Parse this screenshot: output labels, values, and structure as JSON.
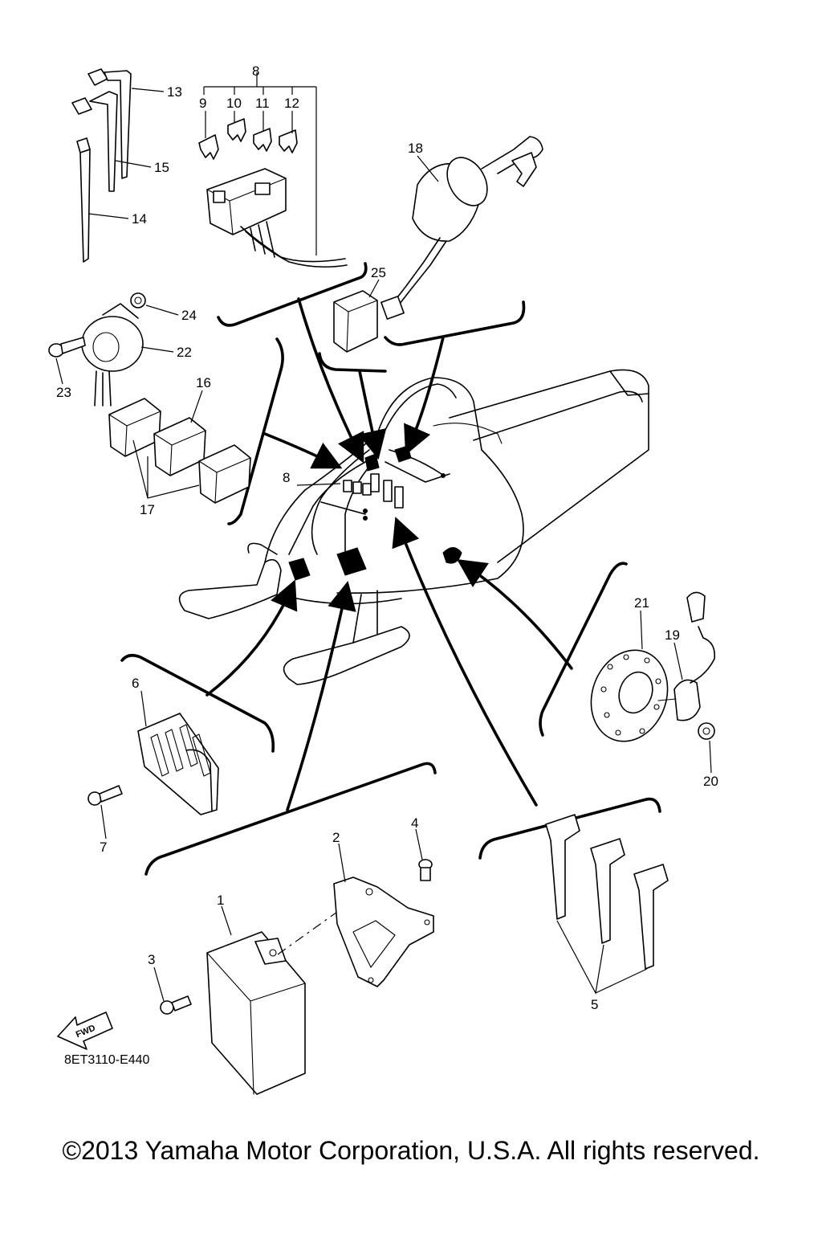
{
  "diagram": {
    "drawing_code": "8ET3110-E440",
    "fwd_label": "FWD",
    "copyright": "©2013 Yamaha Motor Corporation, U.S.A. All rights reserved.",
    "callouts": [
      "1",
      "2",
      "3",
      "4",
      "5",
      "6",
      "7",
      "8",
      "9",
      "10",
      "11",
      "12",
      "13",
      "14",
      "15",
      "16",
      "17",
      "18",
      "19",
      "20",
      "21",
      "22",
      "23",
      "24",
      "25",
      "8"
    ]
  }
}
